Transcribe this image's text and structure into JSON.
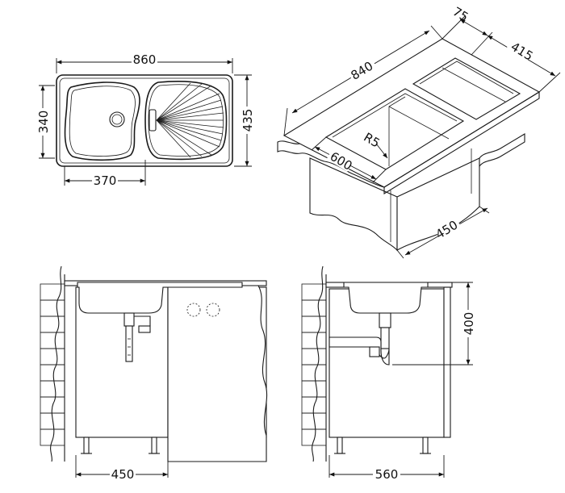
{
  "top_view": {
    "dim_width": "860",
    "dim_depth": "435",
    "dim_bowl_depth": "340",
    "dim_bowl_width": "370"
  },
  "iso_view": {
    "dim_length": "840",
    "dim_75": "75",
    "dim_415": "415",
    "dim_radius": "R5",
    "dim_600": "600",
    "dim_450": "450"
  },
  "front_view": {
    "dim_cabinet_width": "450"
  },
  "side_view": {
    "dim_cabinet_depth": "560",
    "dim_height": "400"
  }
}
